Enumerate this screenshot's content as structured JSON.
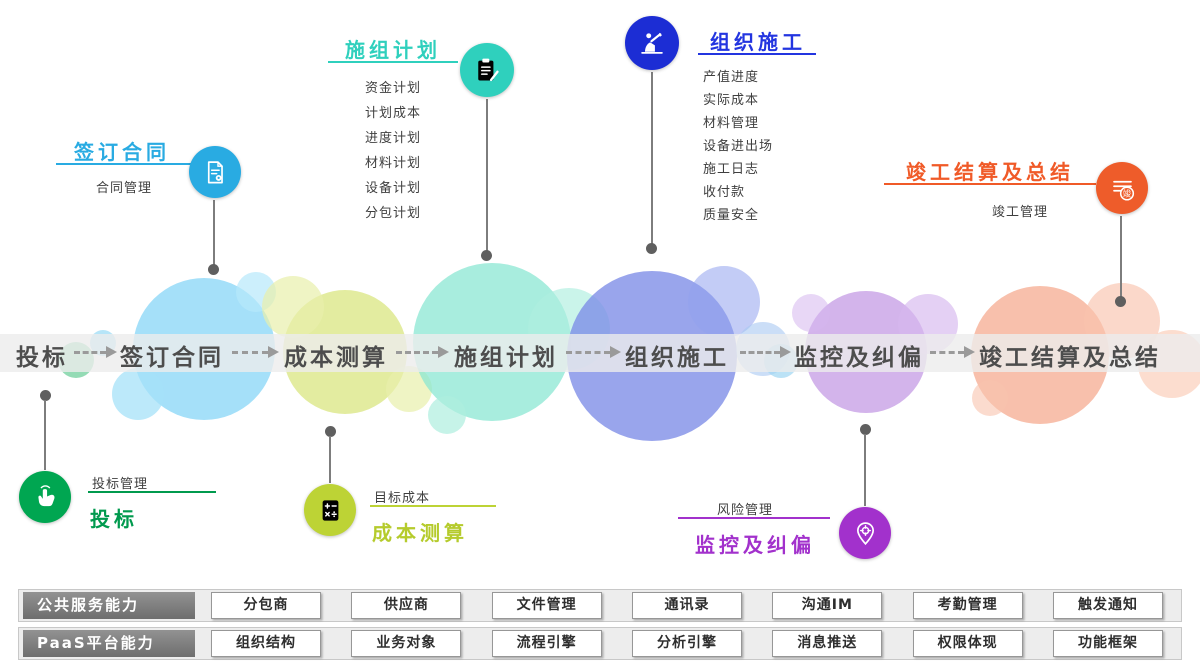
{
  "flow": {
    "stages": [
      "投标",
      "签订合同",
      "成本测算",
      "施组计划",
      "组织施工",
      "监控及纠偏",
      "竣工结算及总结"
    ]
  },
  "callouts": {
    "sign_contract": {
      "title": "签订合同",
      "subtitle": "合同管理",
      "color": "#29abe2",
      "icon": "contract-document-icon"
    },
    "plan": {
      "title": "施组计划",
      "color": "#2fd0bd",
      "icon": "clipboard-plan-icon",
      "items": [
        "资金计划",
        "计划成本",
        "进度计划",
        "材料计划",
        "设备计划",
        "分包计划"
      ]
    },
    "build": {
      "title": "组织施工",
      "color": "#2335e0",
      "icon": "construction-worker-icon",
      "items": [
        "产值进度",
        "实际成本",
        "材料管理",
        "设备进出场",
        "施工日志",
        "收付款",
        "质量安全"
      ]
    },
    "completion": {
      "title": "竣工结算及总结",
      "subtitle": "竣工管理",
      "badge": "竣",
      "color": "#f05a28",
      "icon": "completion-document-icon"
    },
    "bid": {
      "title": "投标",
      "subtitle": "投标管理",
      "color": "#009a4e",
      "icon": "bid-hand-icon"
    },
    "cost": {
      "title": "成本测算",
      "subtitle": "目标成本",
      "color": "#b9cc2e",
      "icon": "calculator-icon"
    },
    "monitor": {
      "title": "监控及纠偏",
      "subtitle": "风险管理",
      "color": "#a231cc",
      "icon": "target-pin-icon"
    }
  },
  "platform": {
    "rows": [
      {
        "header": "公共服务能力",
        "items": [
          "分包商",
          "供应商",
          "文件管理",
          "通讯录",
          "沟通IM",
          "考勤管理",
          "触发通知"
        ]
      },
      {
        "header": "PaaS平台能力",
        "items": [
          "组织结构",
          "业务对象",
          "流程引擎",
          "分析引擎",
          "消息推送",
          "权限体现",
          "功能框架"
        ]
      }
    ]
  }
}
